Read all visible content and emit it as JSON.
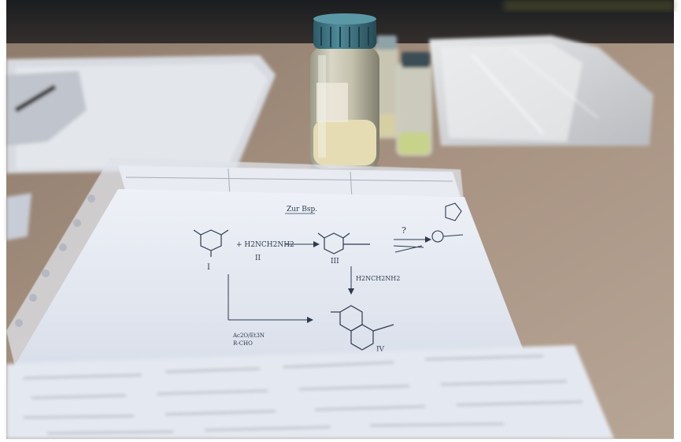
{
  "photo": {
    "colors": {
      "background": "#ffffff",
      "backdrop_dark": "#1a1d20",
      "bench": "#a08a78",
      "paper": "#e6eaf2",
      "ink": "#2e3a4f",
      "jar_cap": "#3a6f7e",
      "jar_contents": "#e6dcb4",
      "vial_contents": "#c7d38a",
      "plastic_bag": "#d4d6d9"
    },
    "notes": {
      "title": "Zur Bsp.",
      "labels": {
        "compound_1": "I",
        "compound_2": "II",
        "compound_3": "III",
        "compound_4": "IV",
        "reagent": "+ H2NCH2NH2",
        "reagent_2": "H2NCH2NH2",
        "question": "?",
        "side_note_1": "Ac2O/Et3N",
        "side_note_2": "R-CHO"
      }
    },
    "icons": [
      "glass-jar-icon",
      "vial-icon",
      "plastic-bag-icon",
      "paper-stack-icon",
      "sheet-protector-icon"
    ]
  }
}
